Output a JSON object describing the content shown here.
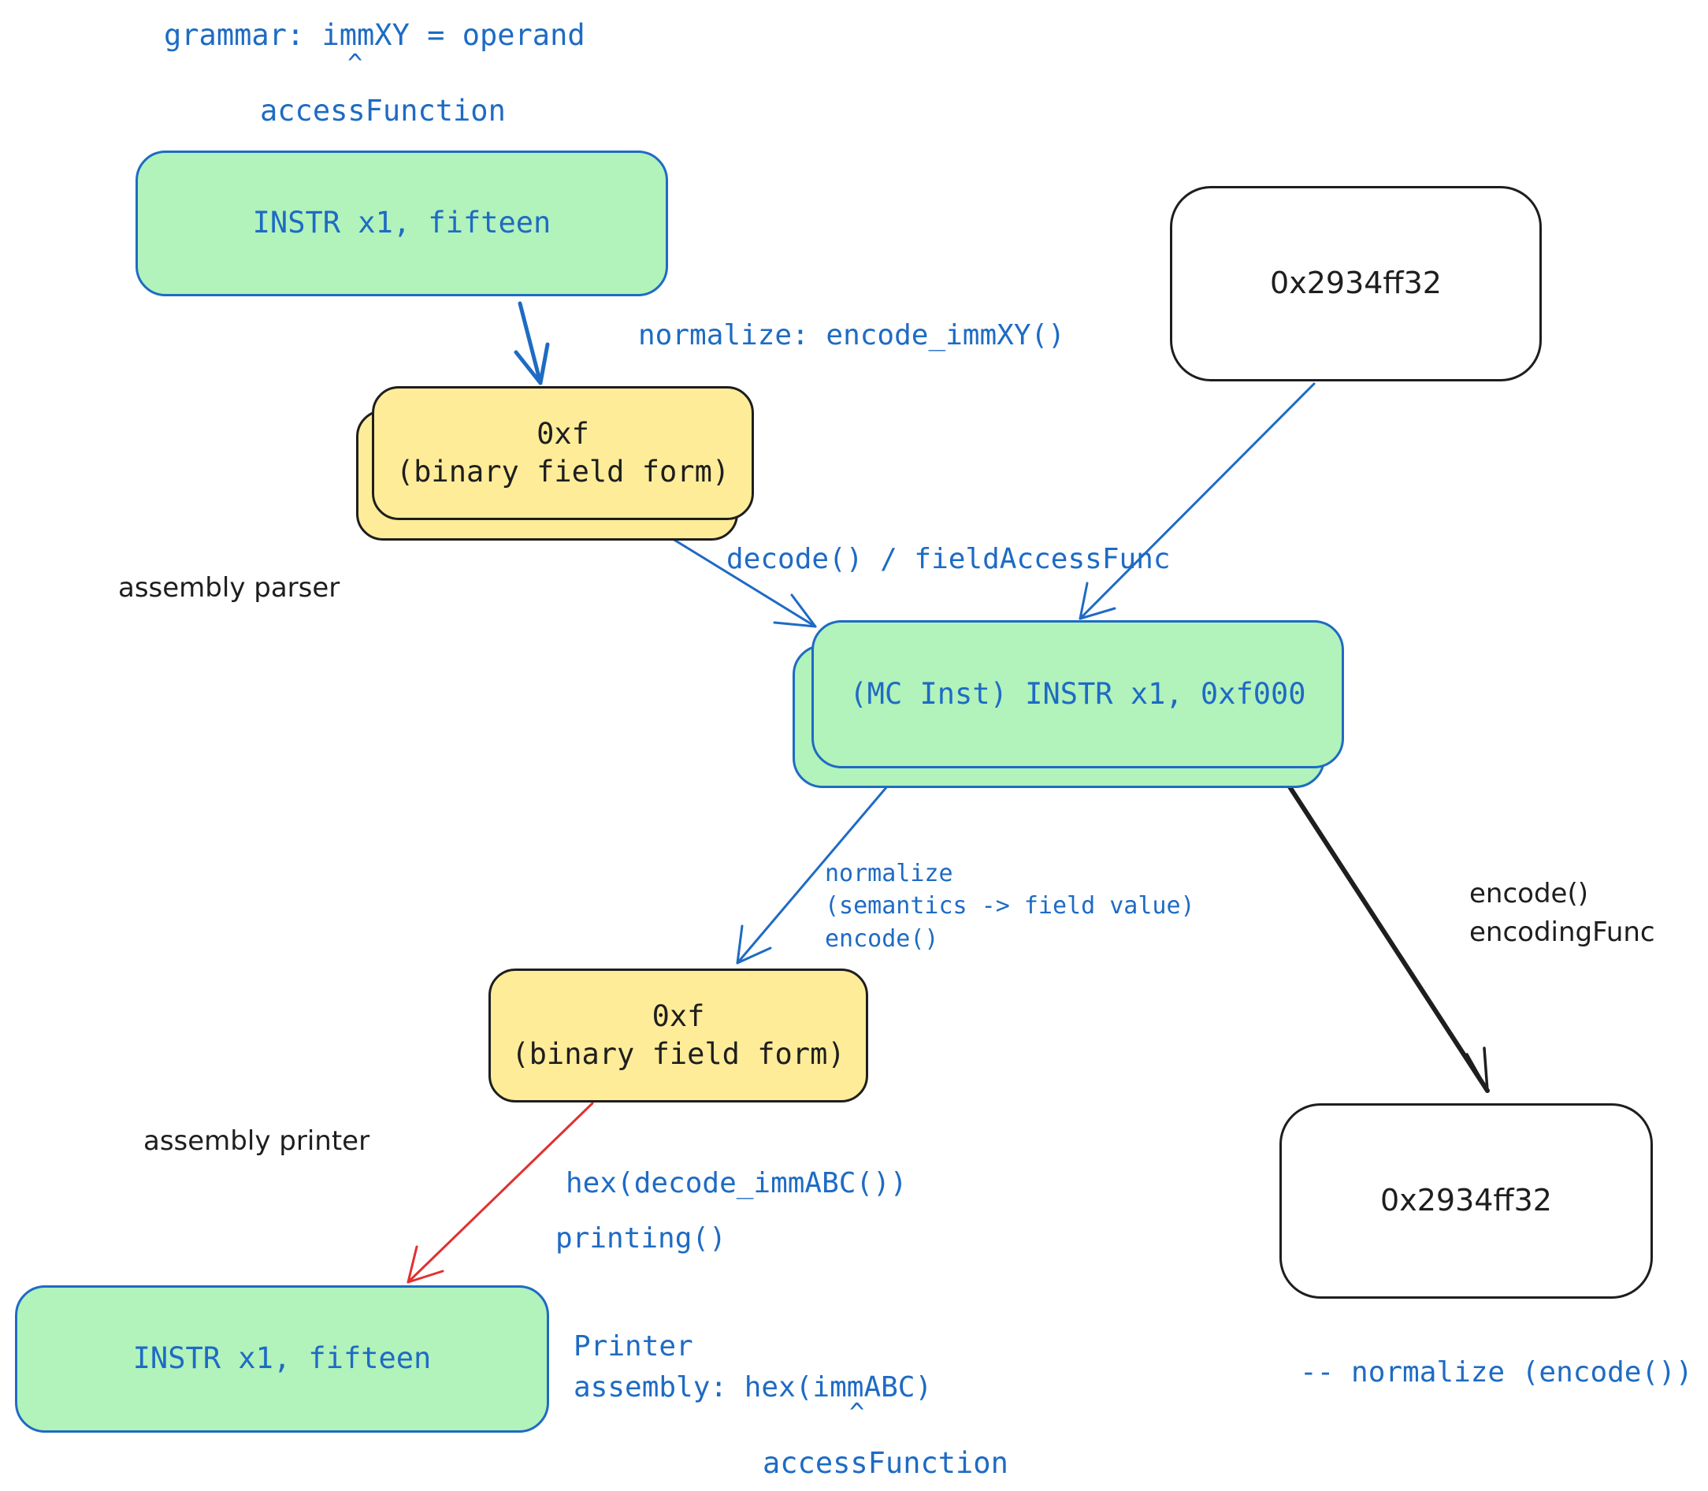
{
  "top": {
    "grammar": "grammar: immXY = operand",
    "caret": "^",
    "access_function": "accessFunction"
  },
  "boxes": {
    "instr_top": "INSTR x1, fifteen",
    "field_top": "0xf\n(binary field form)",
    "hex_top": "0x2934ff32",
    "mc_inst": "(MC Inst) INSTR x1, 0xf000",
    "field_bottom": "0xf\n(binary field form)",
    "instr_bottom": "INSTR x1, fifteen",
    "hex_bottom": "0x2934ff32"
  },
  "labels": {
    "normalize_encode": "normalize: encode_immXY()",
    "decode_field_access": "decode() / fieldAccessFunc",
    "assembly_parser": "assembly parser",
    "normalize_multi": "normalize\n(semantics -> field value)\nencode()",
    "encode_func": "encode()\nencodingFunc",
    "assembly_printer": "assembly printer",
    "hex_decode": "hex(decode_immABC())",
    "printing": "printing()",
    "printer_assembly": "Printer\nassembly: hex(immABC)",
    "bottom_caret": "^",
    "bottom_access_function": "accessFunction",
    "normalize_encode_bottom": "-- normalize (encode())"
  },
  "colors": {
    "blue": "#1e6bc4",
    "green_fill": "#b2f2bb",
    "yellow_fill": "#ffec99",
    "black": "#1e1e1e",
    "red": "#e03131"
  }
}
